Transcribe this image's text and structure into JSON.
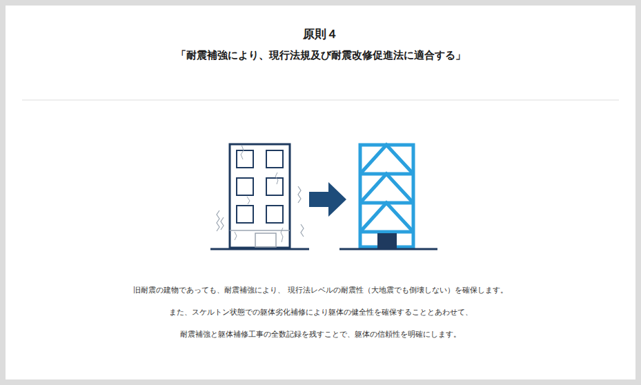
{
  "diagram": {
    "title": "原則４",
    "labels": [
      "「耐震補強により、現行法規及び耐震改修促進法に適合する」",
      "旧耐震の建物であっても、耐震補強により、 現行法レベルの耐震性（大地震でも倒壊しない）を確保します。",
      "また、スケルトン状態での躯体劣化補修により躯体の健全性を確保することとあわせて、",
      "耐震補強と躯体補修工事の全数記録を残すことで、躯体の信頼性を明確にします。"
    ]
  }
}
